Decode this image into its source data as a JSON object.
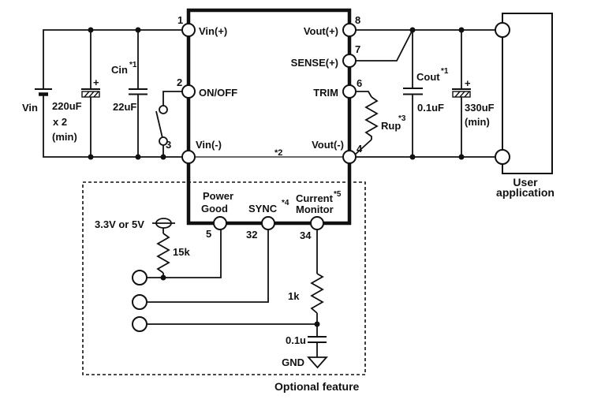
{
  "module": {
    "pin1_num": "1",
    "pin1_label": "Vin(+)",
    "pin2_num": "2",
    "pin2_label": "ON/OFF",
    "pin3_num": "3",
    "pin3_label": "Vin(-)",
    "pin4_num": "4",
    "pin4_label": "Vout(-)",
    "pin5_num": "5",
    "pin5_label1": "Power",
    "pin5_label2": "Good",
    "pin6_num": "6",
    "pin6_label": "TRIM",
    "pin7_num": "7",
    "pin7_label": "SENSE(+)",
    "pin8_num": "8",
    "pin8_label": "Vout(+)",
    "pin32_num": "32",
    "pin32_label": "SYNC",
    "pin32_note": "*4",
    "pin34_num": "34",
    "pin34_label1": "Current",
    "pin34_label2": "Monitor",
    "pin34_note": "*5",
    "internal_note": "*2"
  },
  "input": {
    "source": "Vin",
    "bulk_plus": "+",
    "bulk_value": "220uF",
    "bulk_qty": "x 2",
    "bulk_min": "(min)",
    "cin_name": "Cin",
    "cin_note": "*1",
    "cin_value": "22uF"
  },
  "output": {
    "cout_name": "Cout",
    "cout_note": "*1",
    "cout_value": "0.1uF",
    "bulk_plus": "+",
    "bulk_value": "330uF",
    "bulk_min": "(min)",
    "rup_name": "Rup",
    "rup_note": "*3",
    "user_line1": "User",
    "user_line2": "application"
  },
  "optional": {
    "supply": "3.3V or 5V",
    "r_pullup": "15k",
    "r_monitor": "1k",
    "c_monitor": "0.1u",
    "gnd": "GND",
    "caption": "Optional feature"
  }
}
